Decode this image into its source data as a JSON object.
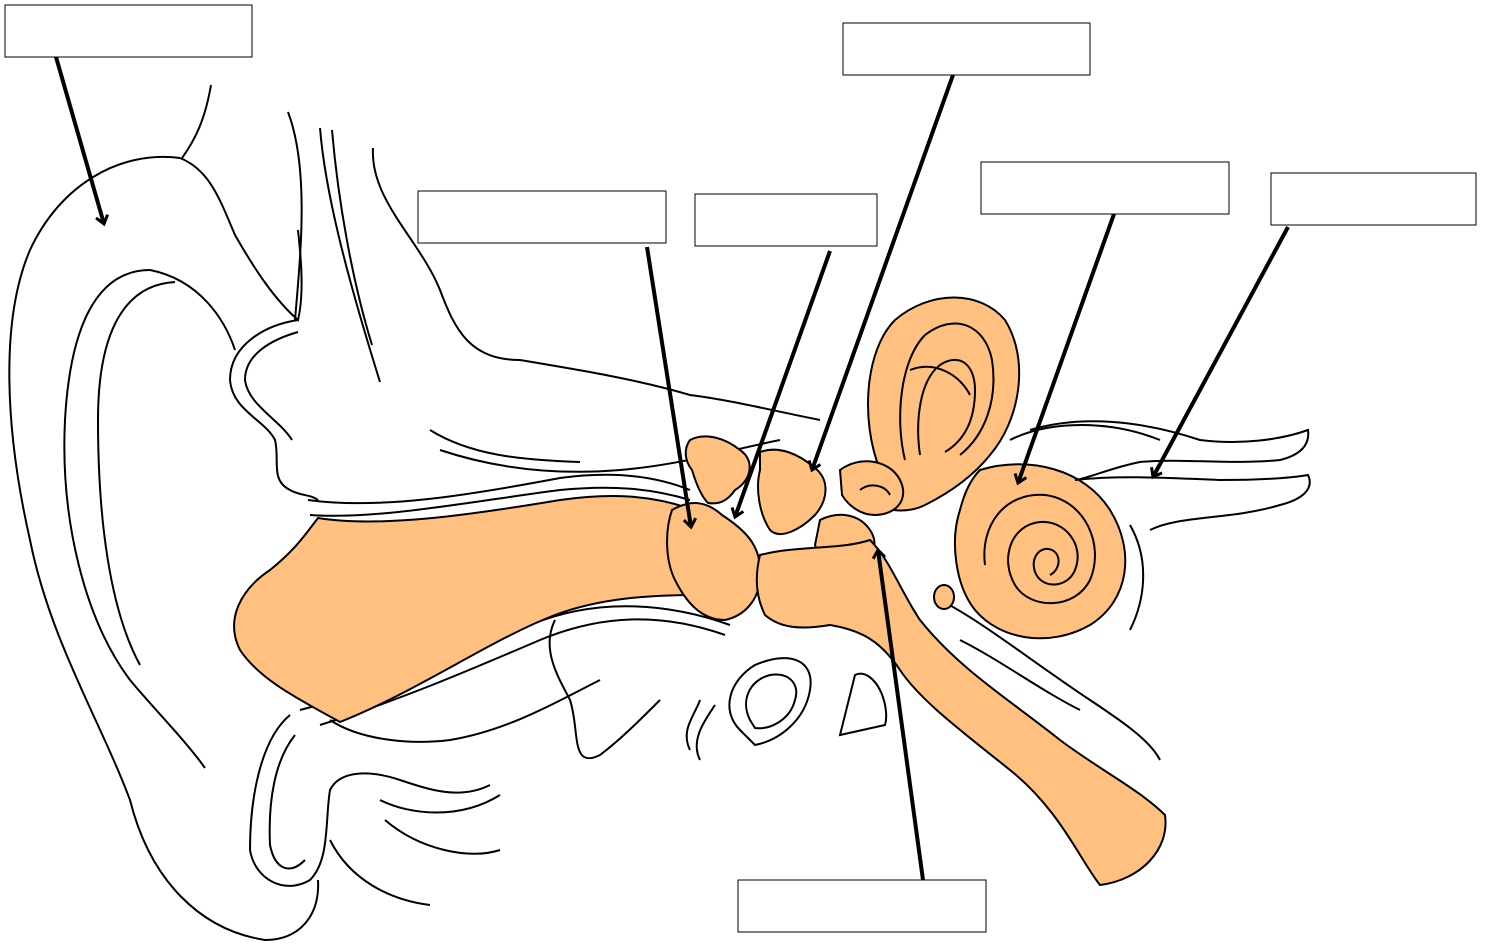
{
  "diagram": {
    "colors": {
      "fill": "#FFC080",
      "stroke": "#000000",
      "background": "#FFFFFF"
    },
    "labels": [
      {
        "id": "label-pinna",
        "text": ""
      },
      {
        "id": "label-incus",
        "text": ""
      },
      {
        "id": "label-ear-canal",
        "text": ""
      },
      {
        "id": "label-eardrum",
        "text": ""
      },
      {
        "id": "label-cochlea",
        "text": ""
      },
      {
        "id": "label-auditory-nerve",
        "text": ""
      },
      {
        "id": "label-stapes",
        "text": ""
      }
    ]
  }
}
